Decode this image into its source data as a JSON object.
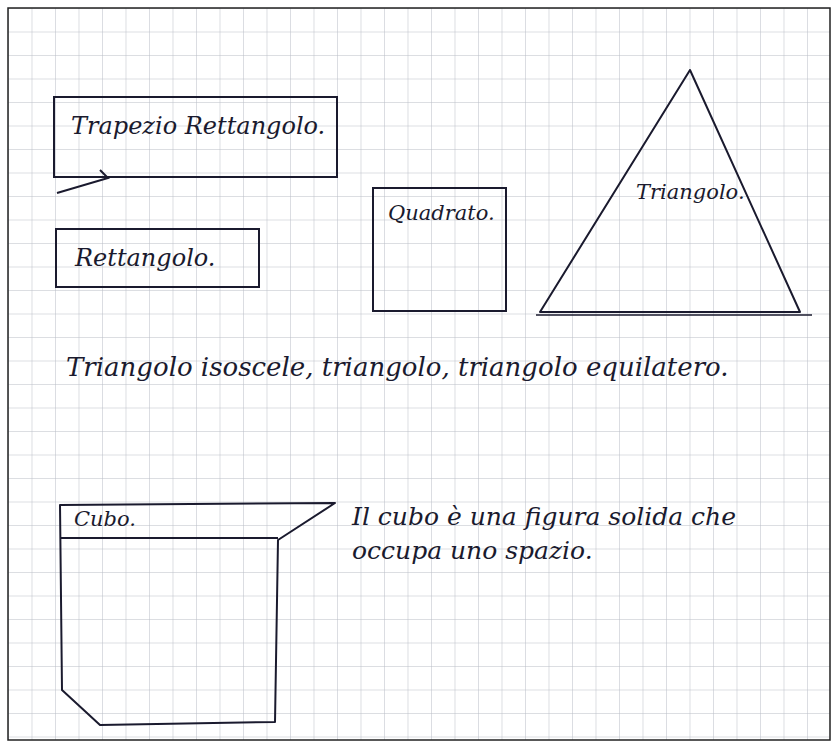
{
  "diagram": {
    "nodes": [
      {
        "text": [
          "Trapezio Rettangolo."
        ]
      },
      {
        "text": [
          "Rettangolo."
        ]
      },
      {
        "text": [
          "Quadrato."
        ]
      },
      {
        "text": [
          "Triangolo."
        ]
      },
      {
        "text": [
          "Cubo."
        ]
      }
    ],
    "labels": [
      "Triangolo isoscele, triangolo, triangolo equilatero.",
      "Il cubo è una figura solida che occupa uno spazio."
    ]
  }
}
